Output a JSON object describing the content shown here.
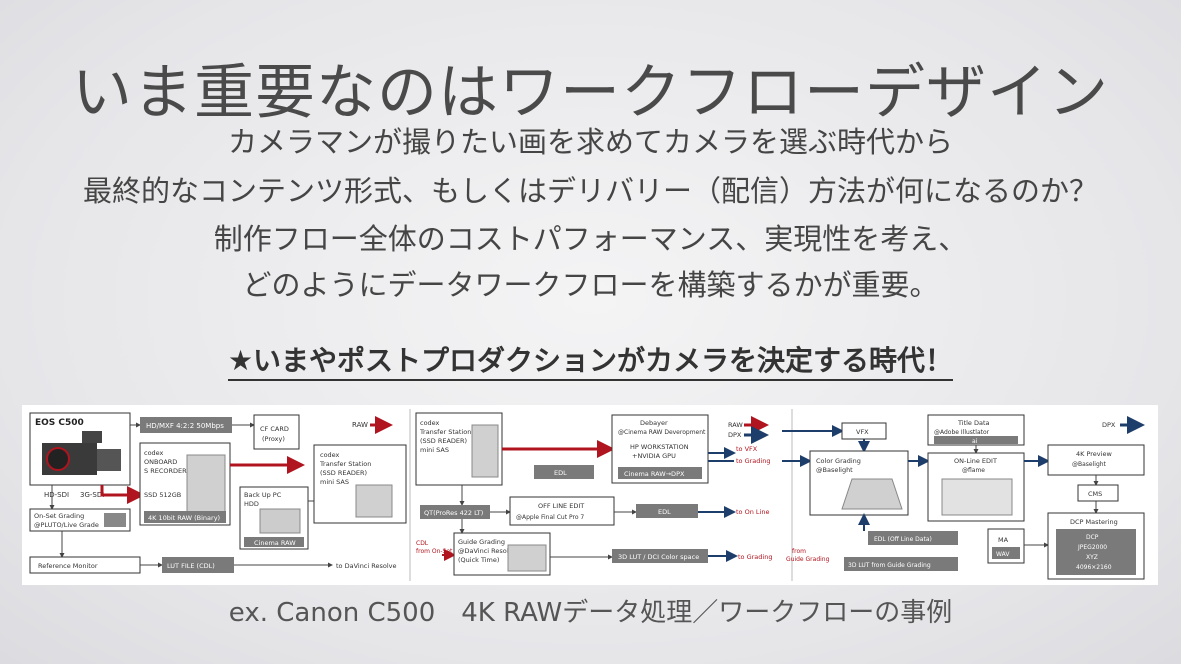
{
  "slide": {
    "title": "いま重要なのはワークフローデザイン",
    "lines": [
      "カメラマンが撮りたい画を求めてカメラを選ぶ時代から",
      "最終的なコンテンツ形式、もしくはデリバリー（配信）方法が何になるのか？",
      "制作フロー全体のコストパフォーマンス、実現性を考え、",
      "どのようにデータワークフローを構築するかが重要。"
    ],
    "highlight": "★いまやポストプロダクションがカメラを決定する時代！",
    "caption": "ex. Canon C500　4K RAWデータ処理／ワークフローの事例"
  },
  "diagram": {
    "camera": "EOS C500",
    "hd_mxf": "HD/MXF 4:2:2 50Mbps",
    "cf_card": [
      "CF CARD",
      "(Proxy)"
    ],
    "raw_legend": "RAW",
    "codex_recorder": [
      "codex",
      "ONBOARD",
      "S RECORDER"
    ],
    "ssd": "SSD 512GB",
    "raw_10bit": "4K 10bit RAW (Binary)",
    "hd_sdi": "HD-SDI",
    "sdi_3g": "3G-SDI",
    "onset_grading": [
      "On-Set Grading",
      "@PLUTO/Live Grade"
    ],
    "backup_pc": [
      "Back Up PC",
      "HDD"
    ],
    "cinema_raw": "Cinema RAW",
    "transfer_station_1": [
      "codex",
      "Transfer Station",
      "(SSD READER)",
      "mini SAS"
    ],
    "transfer_station_2": [
      "codex",
      "Transfer Station",
      "(SSD READER)",
      "mini SAS"
    ],
    "reference_monitor": "Reference Monitor",
    "lut_file": "LUT FILE (CDL)",
    "to_davinci": "to DaVinci Resolve",
    "debayer": [
      "Debayer",
      "@Cinema RAW Deveropment"
    ],
    "hp_workstation": [
      "HP WORKSTATION",
      "+NVIDIA GPU"
    ],
    "cinema_raw_dpx": "Cinema RAW→DPX",
    "edl_1": "EDL",
    "qt_prores": "QT(ProRes 422 LT)",
    "offline_edit": [
      "OFF LINE EDIT",
      "@Apple Final Cut Pro 7"
    ],
    "edl_2": "EDL",
    "to_online": "to On Line",
    "cdl_from_onset": [
      "CDL",
      "from On-Set"
    ],
    "guide_grading": [
      "Guide Grading",
      "@DaVinci Resolve 9",
      "(Quick Time)"
    ],
    "lut_dci": "3D LUT / DCI Color space",
    "to_grading_1": "to Grading",
    "to_vfx": "to VFX",
    "to_grading_2": "to Grading",
    "legend_raw": "RAW",
    "legend_dpx": "DPX",
    "vfx": "VFX",
    "color_grading": [
      "Color Grading",
      "@Baselight"
    ],
    "edl_offline": "EDL (Off Line Data)",
    "from_guide": [
      "from",
      "Guide Grading"
    ],
    "lut_from_guide": "3D LUT from Guide Grading",
    "title_data": [
      "Title Data",
      "@Adobe Illustlator"
    ],
    "ai": "ai",
    "online_edit": [
      "ON-Line EDIT",
      "@flame"
    ],
    "dpx_legend": "DPX",
    "preview_4k": [
      "4K Preview",
      "@Baselight"
    ],
    "cms": "CMS",
    "ma": "MA",
    "wav": "WAV",
    "dcp_mastering": "DCP Mastering",
    "dcp_spec": [
      "DCP",
      "JPEG2000",
      "XYZ",
      "4096×2160"
    ]
  },
  "colors": {
    "raw_arrow": "#b0141e",
    "dpx_arrow": "#1d3d6b",
    "dark_box": "#7a7a7a",
    "text": "#454545"
  }
}
